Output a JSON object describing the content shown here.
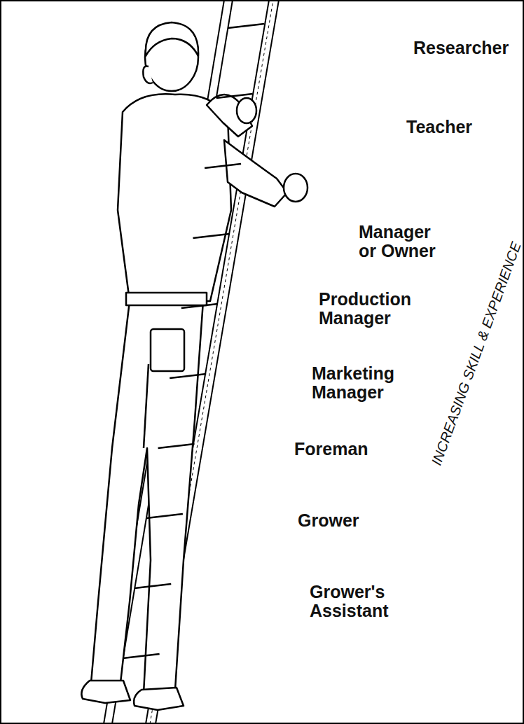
{
  "diagram": {
    "labels": [
      "Researcher",
      "Teacher",
      "Manager or Owner",
      "Production Manager",
      "Marketing Manager",
      "Foreman",
      "Grower",
      "Grower's Assistant",
      "INCREASING SKILL & EXPERIENCE"
    ]
  }
}
